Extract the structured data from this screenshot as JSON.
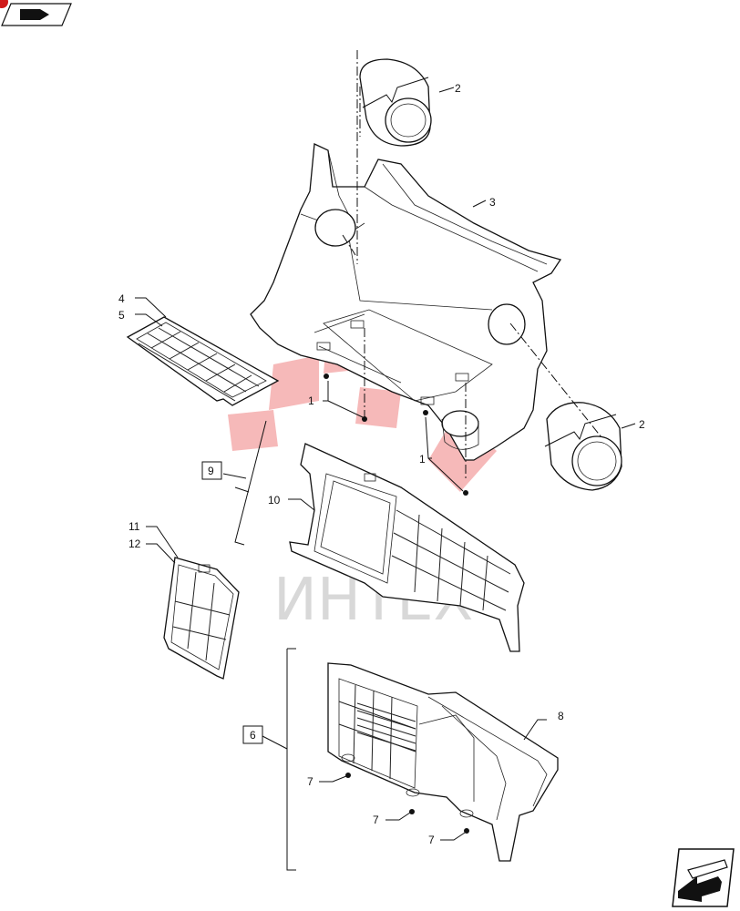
{
  "watermark": {
    "text": "ИНТЕХ",
    "color": "#f3a2a2"
  },
  "icons": {
    "top_left": "book-arrow-icon",
    "bottom_right": "next-page-arrow-icon"
  },
  "callouts": {
    "c1a": "1",
    "c1b": "1",
    "c2a": "2",
    "c2b": "2",
    "c3": "3",
    "c4": "4",
    "c5": "5",
    "c6": "6",
    "c7a": "7",
    "c7b": "7",
    "c7c": "7",
    "c8": "8",
    "c9": "9",
    "c10": "10",
    "c11": "11",
    "c12": "12"
  }
}
